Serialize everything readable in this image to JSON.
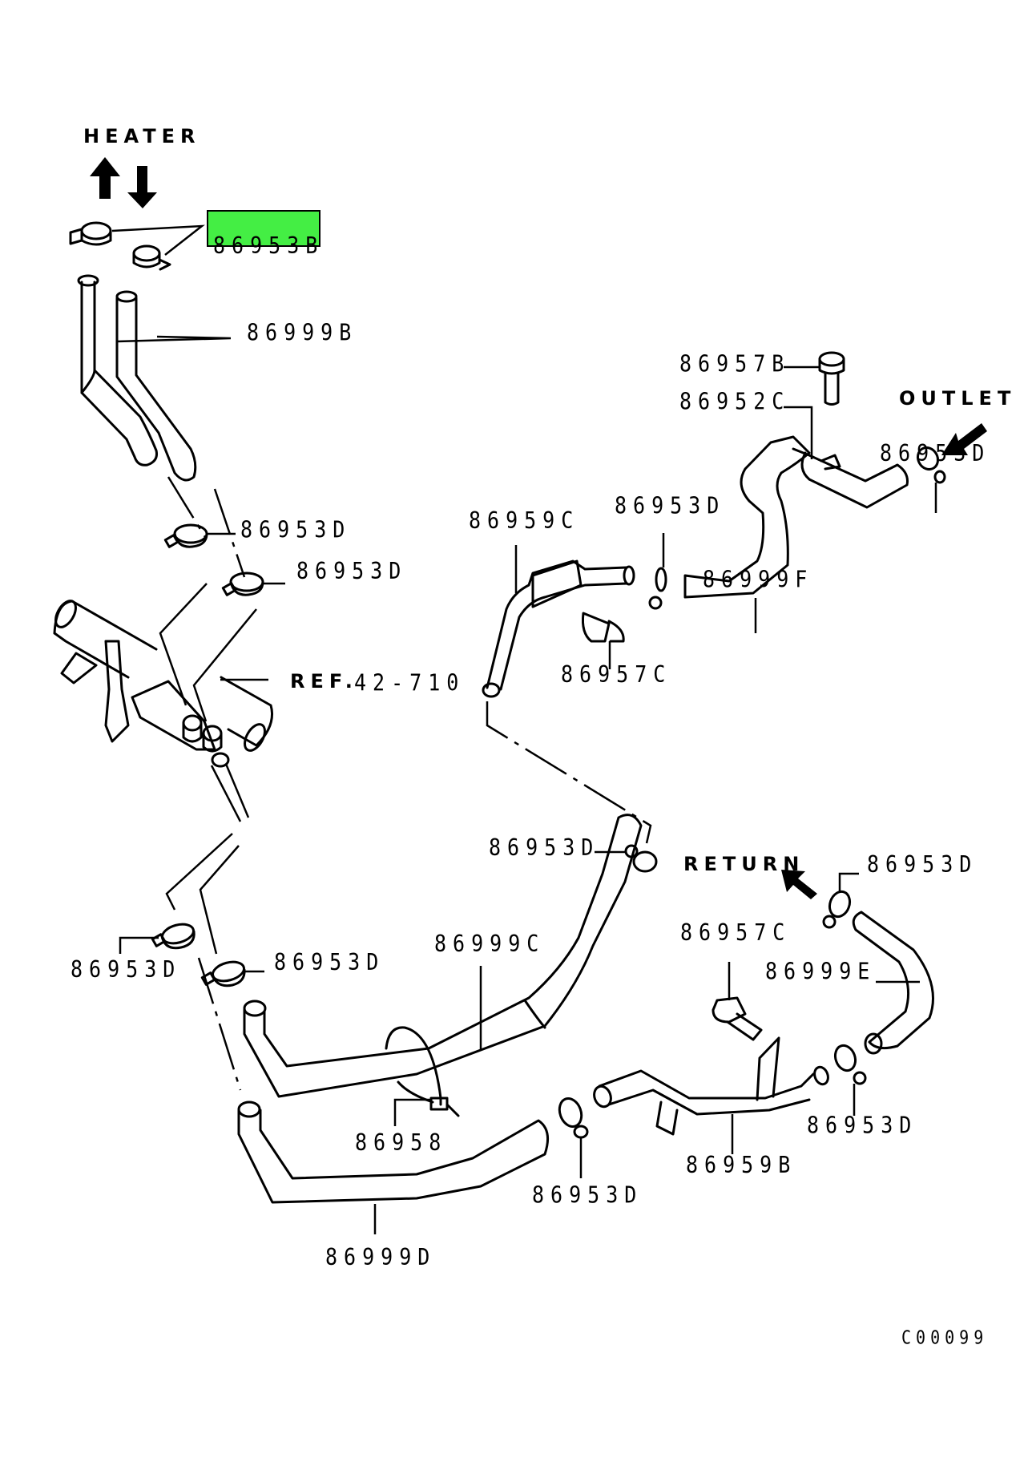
{
  "diagram": {
    "direction_labels": {
      "heater": "HEATER",
      "outlet": "OUTLET",
      "return": "RETURN"
    },
    "reference": {
      "prefix": "REF.",
      "number": "42-710"
    },
    "highlight_color": "#44ee44",
    "highlighted_part": "86953B",
    "parts": {
      "p86953B": "86953B",
      "p86999B": "86999B",
      "p86957B": "86957B",
      "p86952C": "86952C",
      "p86953D_outlet": "86953D",
      "p86959C": "86959C",
      "p86953D_mid": "86953D",
      "p86999F": "86999F",
      "p86957C_upper": "86957C",
      "p86953D_left1": "86953D",
      "p86953D_left2": "86953D",
      "p86953D_return1": "86953D",
      "p86953D_return2": "86953D",
      "p86999C": "86999C",
      "p86957C_lower": "86957C",
      "p86999E": "86999E",
      "p86953D_lowleft1": "86953D",
      "p86953D_lowleft2": "86953D",
      "p86958": "86958",
      "p86959B": "86959B",
      "p86953D_bottom_mid": "86953D",
      "p86953D_bottom_right": "86953D",
      "p86999D": "86999D"
    },
    "drawing_code": "C00099"
  }
}
